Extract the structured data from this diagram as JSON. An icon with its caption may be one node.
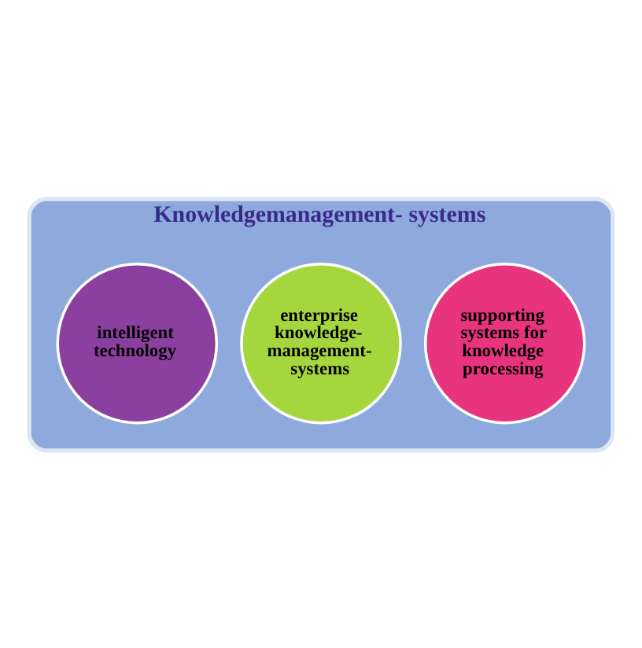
{
  "diagram": {
    "nodes": [
      {
        "text": [
          "Knowledgemanagement- systems"
        ]
      },
      {
        "text": [
          "supporting systems for knowledge processing"
        ],
        "in": 0
      },
      {
        "text": [
          "enterprise knowledge- management- systems"
        ],
        "in": 0
      },
      {
        "text": [
          "intelligent technology"
        ],
        "in": 0
      }
    ],
    "edges": []
  }
}
